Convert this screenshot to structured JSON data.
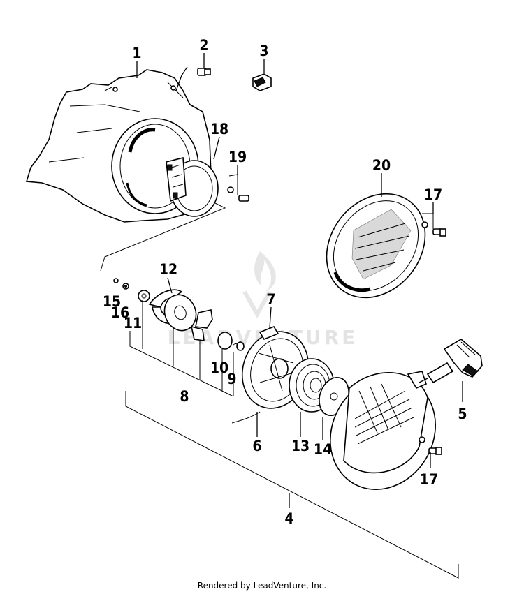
{
  "callouts": {
    "c1": "1",
    "c2": "2",
    "c3": "3",
    "c4": "4",
    "c5": "5",
    "c6": "6",
    "c7": "7",
    "c8": "8",
    "c9": "9",
    "c10": "10",
    "c11": "11",
    "c12": "12",
    "c13": "13",
    "c14": "14",
    "c15": "15",
    "c16": "16",
    "c17a": "17",
    "c17b": "17",
    "c18": "18",
    "c19": "19",
    "c20": "20"
  },
  "watermark": {
    "text": "LEADVENTURE"
  },
  "footer": {
    "text": "Rendered by LeadVenture, Inc."
  }
}
